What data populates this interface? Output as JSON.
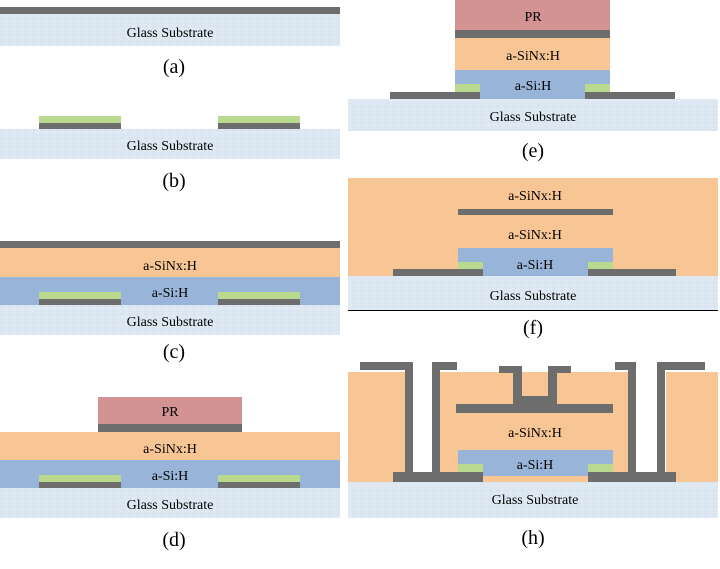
{
  "labels": {
    "glass": "Glass Substrate",
    "sinx": "a-SiNx:H",
    "si": "a-Si:H",
    "pr": "PR"
  },
  "captions": {
    "a": "(a)",
    "b": "(b)",
    "c": "(c)",
    "d": "(d)",
    "e": "(e)",
    "f": "(f)",
    "h": "(h)"
  },
  "colors": {
    "glass": "#dde8f3",
    "metal": "#6d6d6d",
    "sinx": "#f8c595",
    "si": "#98b5d9",
    "doped": "#b9d98f",
    "pr": "#d49393"
  }
}
